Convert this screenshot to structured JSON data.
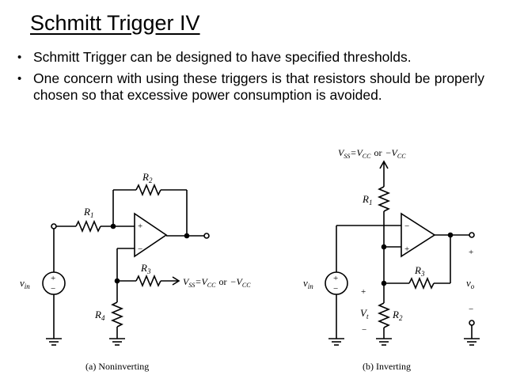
{
  "slide": {
    "title": "Schmitt Trigger IV",
    "bullets": [
      "Schmitt Trigger can be designed to have specified thresholds.",
      "One concern with using these triggers is that resistors should be properly chosen so that excessive power consumption is avoided."
    ],
    "bullet_glyph": "•"
  },
  "circuit_a": {
    "caption": "(a) Noninverting",
    "r1": "R",
    "r1_sub": "1",
    "r2": "R",
    "r2_sub": "2",
    "r3": "R",
    "r3_sub": "3",
    "r4": "R",
    "r4_sub": "4",
    "vin": "v",
    "vin_sub": "in",
    "plus_in": "+",
    "minus_in": "−",
    "src_plus": "+",
    "src_minus": "−",
    "vss_label": "V",
    "vss_sub": "SS",
    "vss_eq": "=V",
    "vcc_sub": "CC",
    "or": "or",
    "neg": "−V",
    "vcc_sub2": "CC"
  },
  "circuit_b": {
    "caption": "(b) Inverting",
    "top_label_v": "V",
    "top_label_ss": "SS",
    "top_label_eq": "=V",
    "top_label_cc": "CC",
    "top_label_or": "or",
    "top_label_neg": "−V",
    "top_label_cc2": "CC",
    "r1": "R",
    "r1_sub": "1",
    "r2": "R",
    "r2_sub": "2",
    "r3": "R",
    "r3_sub": "3",
    "vin": "v",
    "vin_sub": "in",
    "minus_in": "−",
    "plus_in": "+",
    "src_plus": "+",
    "src_minus": "−",
    "vt": "V",
    "vt_sub": "t",
    "vt_plus": "+",
    "vt_minus": "−",
    "vo": "v",
    "vo_sub": "o",
    "vo_plus": "+",
    "vo_minus": "−"
  }
}
